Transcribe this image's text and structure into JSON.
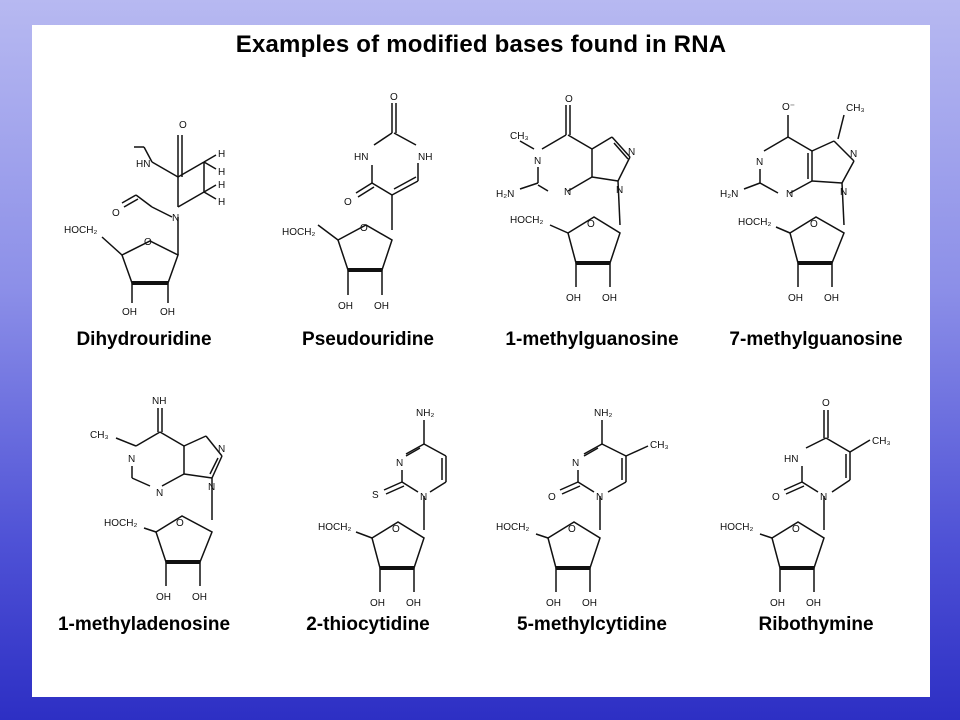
{
  "title": "Examples of modified bases found in RNA",
  "molecules": [
    {
      "name": "Dihydrouridine"
    },
    {
      "name": "Pseudouridine"
    },
    {
      "name": "1-methylguanosine"
    },
    {
      "name": "7-methylguanosine"
    },
    {
      "name": "1-methyladenosine"
    },
    {
      "name": "2-thiocytidine"
    },
    {
      "name": "5-methylcytidine"
    },
    {
      "name": "Ribothymine"
    }
  ],
  "atoms": {
    "hoch2": "HOCH₂",
    "oh": "OH",
    "o": "O",
    "hn": "HN",
    "n": "N",
    "nh": "NH",
    "h": "H",
    "ch3": "CH₃",
    "h2n": "H₂N",
    "nh2": "NH₂",
    "s": "S",
    "o_minus": "O⁻"
  }
}
